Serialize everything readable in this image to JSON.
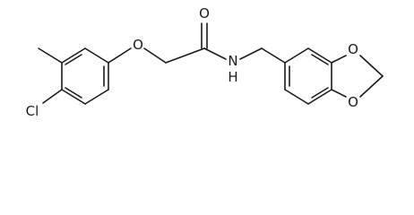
{
  "structure": {
    "atoms": {
      "o_ether": "O",
      "o_carbonyl": "O",
      "n_amide": "N",
      "h_amide": "H",
      "cl": "Cl",
      "o_diox_top": "O",
      "o_diox_bottom": "O"
    },
    "colors": {
      "ink": "#1a1a1a",
      "background": "#ffffff"
    }
  }
}
